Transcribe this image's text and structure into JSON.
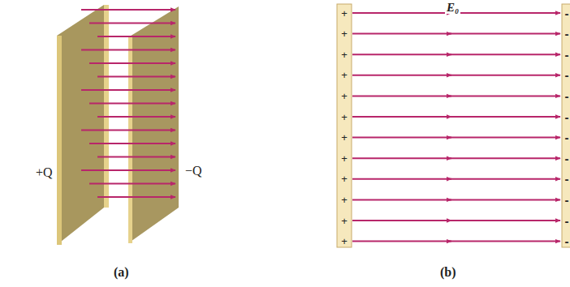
{
  "diagram": {
    "labels": [
      "+Q",
      "−Q",
      "(a)",
      "E₀",
      "+",
      "+",
      "+",
      "+",
      "+",
      "+",
      "+",
      "+",
      "+",
      "+",
      "+",
      "+",
      "-",
      "-",
      "-",
      "-",
      "-",
      "-",
      "-",
      "-",
      "-",
      "-",
      "-",
      "-",
      "(b)"
    ]
  }
}
